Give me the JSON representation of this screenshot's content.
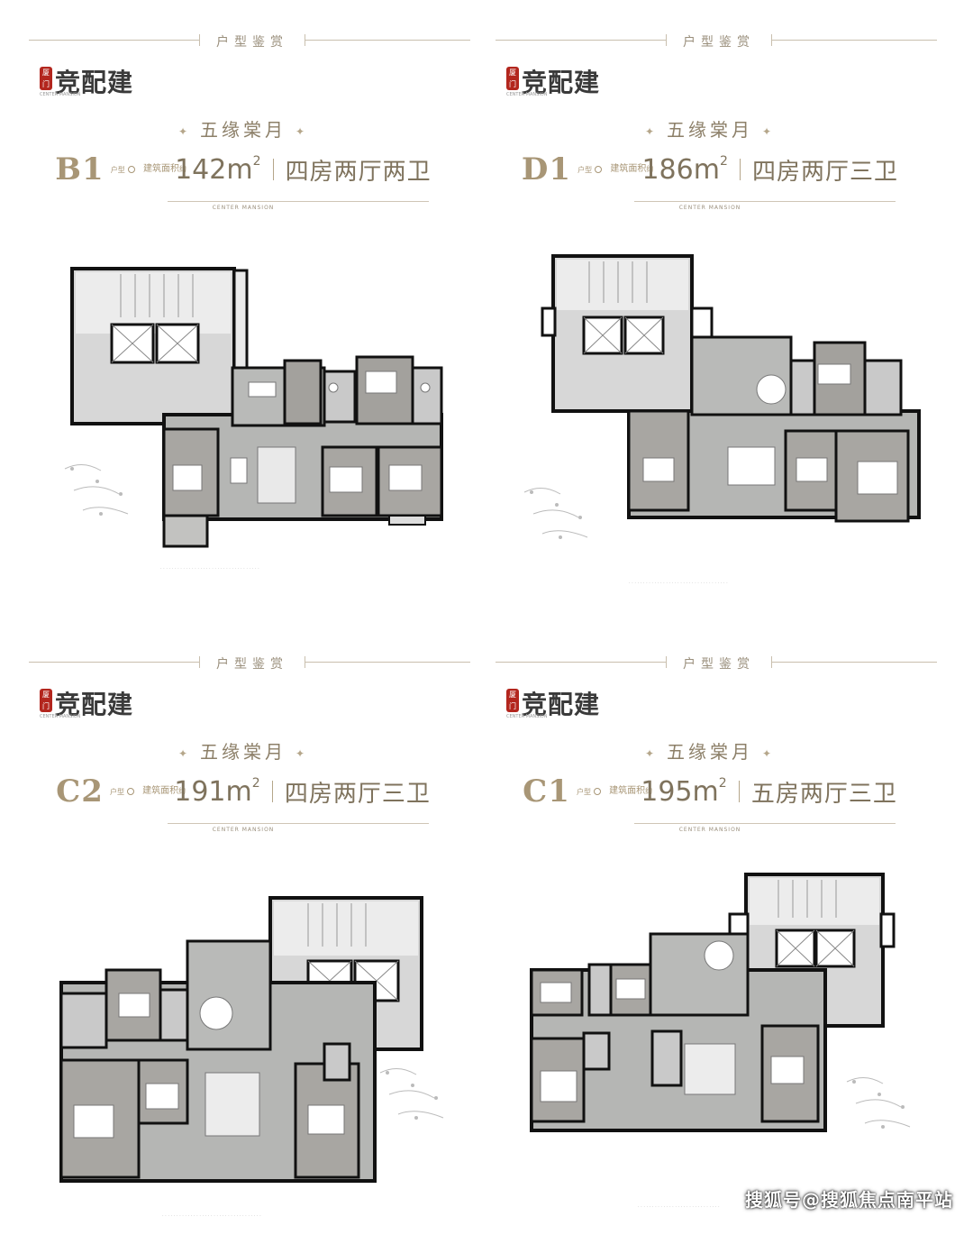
{
  "panels": [
    {
      "header": "户型鉴赏",
      "logo_seal": "厦门",
      "logo_sub": "CENTER MANSION",
      "logo": "竞配建",
      "series": "五缘棠月",
      "code": "B1",
      "code_sub": "户型",
      "area_label": "建筑面积",
      "area_unit_label": "约",
      "area": "142m",
      "area_sup": "2",
      "layout": "四房两厅两卫",
      "tagline": "CENTER MANSION"
    },
    {
      "header": "户型鉴赏",
      "logo_seal": "厦门",
      "logo_sub": "CENTER MANSION",
      "logo": "竞配建",
      "series": "五缘棠月",
      "code": "D1",
      "code_sub": "户型",
      "area_label": "建筑面积",
      "area_unit_label": "约",
      "area": "186m",
      "area_sup": "2",
      "layout": "四房两厅三卫",
      "tagline": "CENTER MANSION"
    },
    {
      "header": "户型鉴赏",
      "logo_seal": "厦门",
      "logo_sub": "CENTER MANSION",
      "logo": "竞配建",
      "series": "五缘棠月",
      "code": "C2",
      "code_sub": "户型",
      "area_label": "建筑面积",
      "area_unit_label": "约",
      "area": "191m",
      "area_sup": "2",
      "layout": "四房两厅三卫",
      "tagline": "CENTER MANSION"
    },
    {
      "header": "户型鉴赏",
      "logo_seal": "厦门",
      "logo_sub": "CENTER MANSION",
      "logo": "竞配建",
      "series": "五缘棠月",
      "code": "C1",
      "code_sub": "户型",
      "area_label": "建筑面积",
      "area_unit_label": "约",
      "area": "195m",
      "area_sup": "2",
      "layout": "五房两厅三卫",
      "tagline": "CENTER MANSION"
    }
  ],
  "watermark": "搜狐号@搜狐焦点南平站",
  "colors": {
    "wall": "#111111",
    "floor": "#b9bab8",
    "room": "#a8a6a2",
    "core": "#d6d6d6",
    "accent": "#a89676"
  }
}
